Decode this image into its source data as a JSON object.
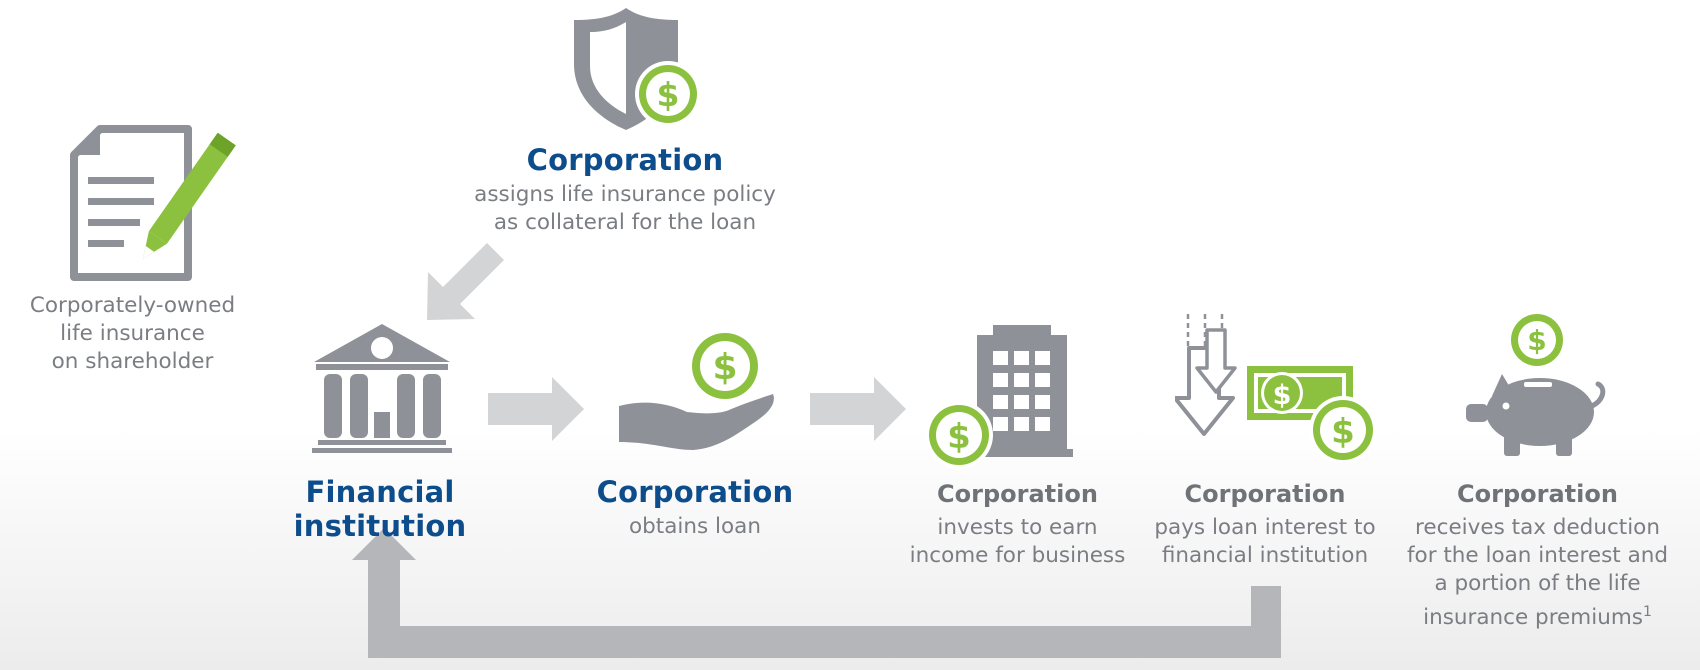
{
  "nodes": {
    "document": {
      "desc_lines": [
        "Corporately-owned",
        "life insurance",
        "on shareholder"
      ]
    },
    "collateral": {
      "title": "Corporation",
      "desc_lines": [
        "assigns life insurance policy",
        "as collateral for the loan"
      ]
    },
    "bank": {
      "title": "Financial institution"
    },
    "loan": {
      "title": "Corporation",
      "desc_lines": [
        "obtains loan"
      ]
    },
    "invest": {
      "title": "Corporation",
      "desc_lines": [
        "invests to earn",
        "income for business"
      ]
    },
    "interest": {
      "title": "Corporation",
      "desc_lines": [
        "pays loan interest to",
        "financial institution"
      ]
    },
    "deduction": {
      "title": "Corporation",
      "desc_lines": [
        "receives tax deduction",
        "for the loan interest and",
        "a portion of the life",
        "insurance premiums"
      ],
      "footnote": "1"
    }
  },
  "colors": {
    "accent_green": "#8cc13f",
    "icon_gray": "#8e9298",
    "arrow_gray": "#d3d4d6",
    "loop_gray": "#b4b6b9",
    "title_blue": "#0d4d8c",
    "title_gray": "#6f7378",
    "text_gray": "#7a7d82"
  }
}
